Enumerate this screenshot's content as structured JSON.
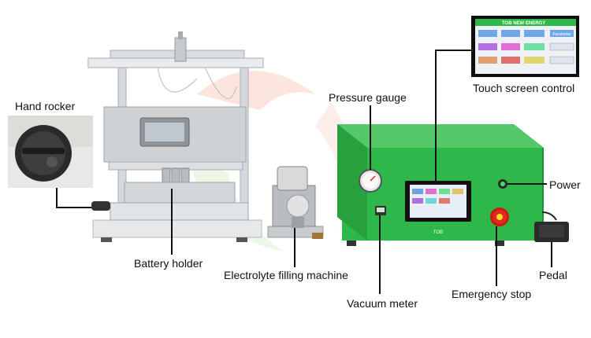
{
  "labels": {
    "hand_rocker": "Hand rocker",
    "pressure_gauge": "Pressure gauge",
    "touch_screen": "Touch screen control",
    "power": "Power",
    "battery_holder": "Battery holder",
    "electrolyte": "Electrolyte filling machine",
    "pedal": "Pedal",
    "emergency_stop": "Emergency stop",
    "vacuum_meter": "Vacuum meter"
  },
  "screen": {
    "brand": "TOB NEW ENERGY",
    "buttons": [
      "",
      "",
      "",
      "Parameter",
      "",
      "",
      "",
      "",
      "",
      "",
      "",
      ""
    ]
  },
  "device": {
    "logo": "TOB"
  },
  "colors": {
    "cabinet_green": "#2fb84a",
    "cabinet_dark": "#1f8f35",
    "frame_gray": "#c9ccd0",
    "stop_red": "#e02a1b",
    "watermark": "#f2c9b8"
  }
}
